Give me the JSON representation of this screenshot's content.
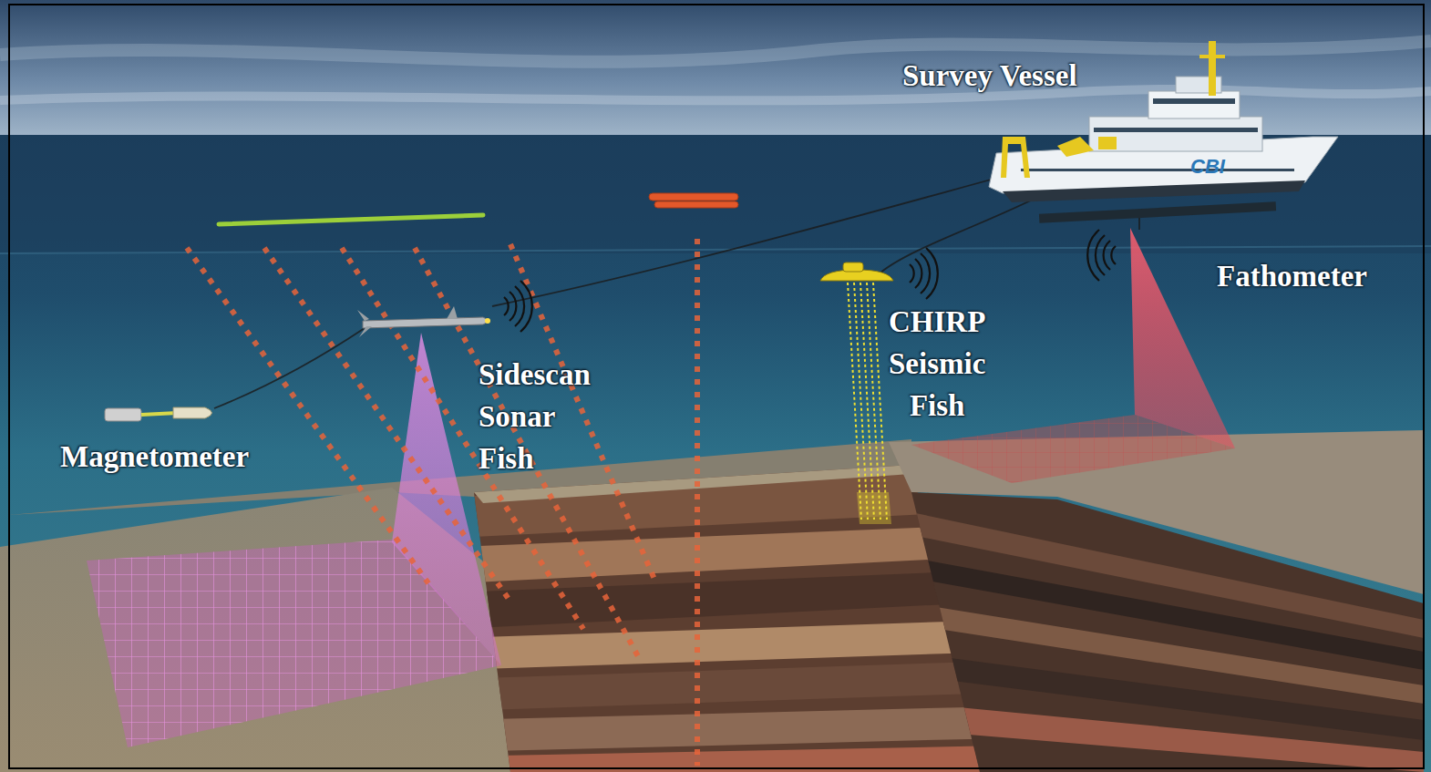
{
  "diagram": {
    "labels": [
      "Survey Vessel",
      "CBI",
      "Fathometer",
      "CHIRP Seismic Fish",
      "Sidescan Sonar Fish",
      "Magnetometer"
    ]
  }
}
